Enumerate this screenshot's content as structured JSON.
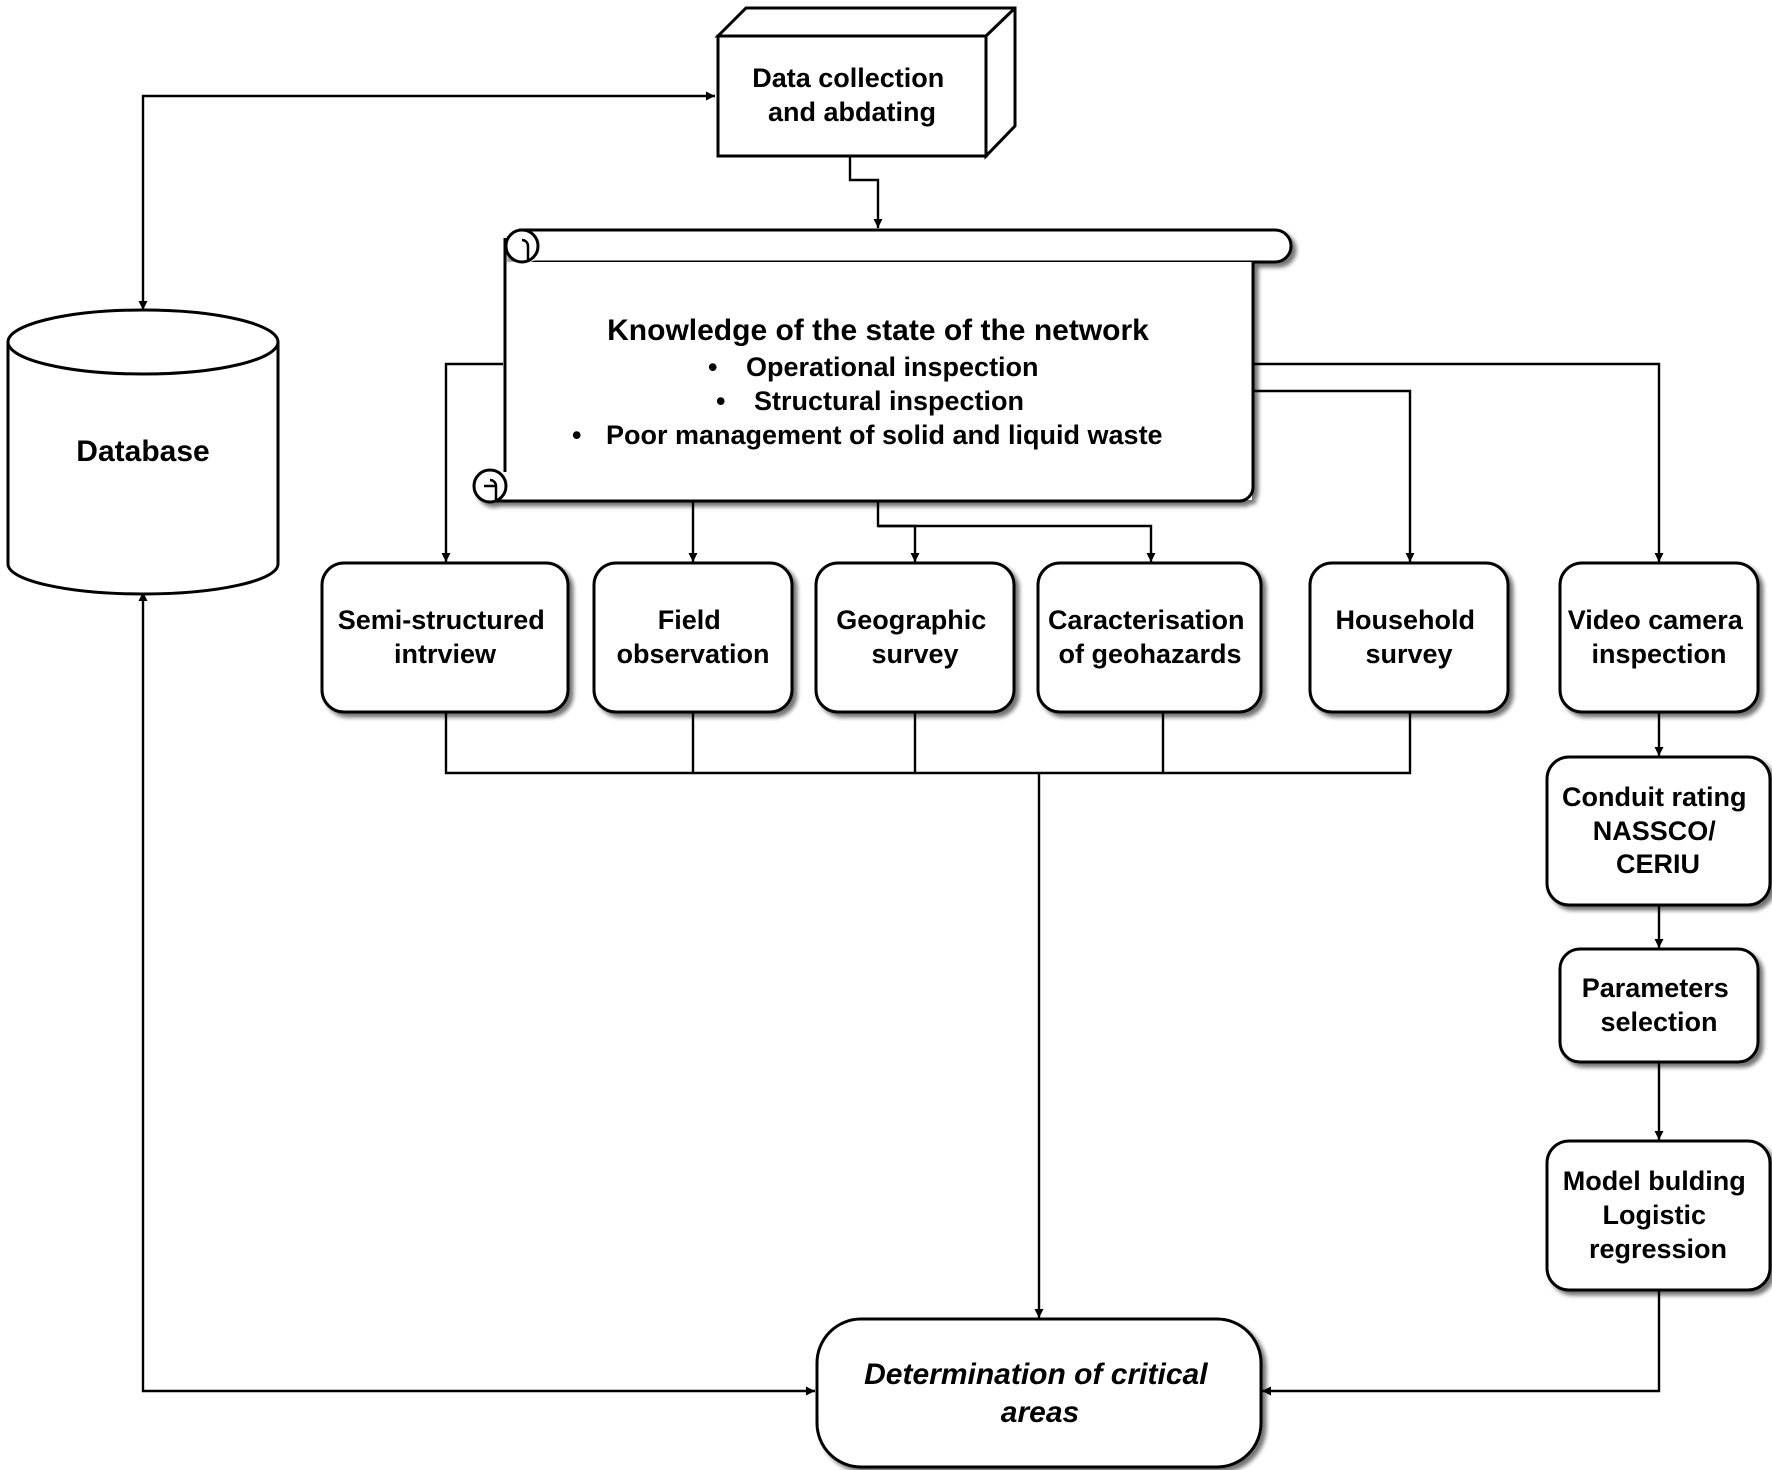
{
  "nodes": {
    "data_collection": [
      "Data collection",
      "and abdating"
    ],
    "database": "Database",
    "knowledge": {
      "title": "Knowledge of the state of the network",
      "bullets": [
        "Operational inspection",
        "Structural inspection",
        "Poor management of solid and liquid waste"
      ]
    },
    "semi_structured": [
      "Semi-structured",
      "intrview"
    ],
    "field_observation": [
      "Field",
      "observation"
    ],
    "geographic_survey": [
      "Geographic",
      "survey"
    ],
    "geohazards": [
      "Caracterisation",
      "of geohazards"
    ],
    "household_survey": [
      "Household",
      "survey"
    ],
    "video_camera": [
      "Video camera",
      "inspection"
    ],
    "conduit_rating": [
      "Conduit rating",
      "NASSCO/",
      "CERIU"
    ],
    "parameters_selection": [
      "Parameters",
      "selection"
    ],
    "model_building": [
      "Model bulding",
      "Logistic",
      "regression"
    ],
    "critical_areas": [
      "Determination of critical",
      "areas"
    ]
  },
  "bullet_glyph": "•"
}
